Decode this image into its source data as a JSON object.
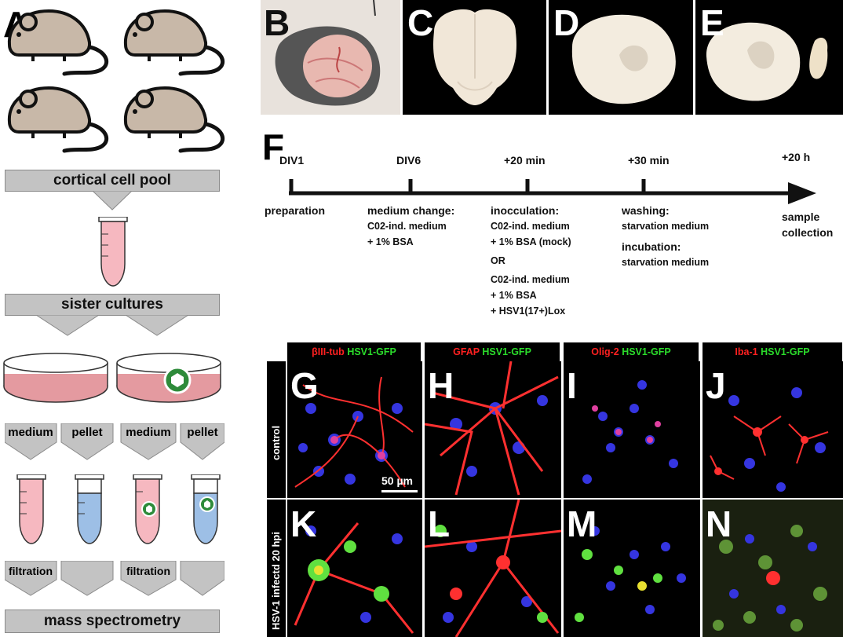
{
  "panels": {
    "A": "A",
    "B": "B",
    "C": "C",
    "D": "D",
    "E": "E",
    "F": "F",
    "G": "G",
    "H": "H",
    "I": "I",
    "J": "J",
    "K": "K",
    "L": "L",
    "M": "M",
    "N": "N"
  },
  "workflow": {
    "pool": "cortical cell pool",
    "sister": "sister cultures",
    "split": [
      "medium",
      "pellet",
      "medium",
      "pellet"
    ],
    "filtration": [
      "filtration",
      "filtration"
    ],
    "ms": "mass spectrometry"
  },
  "timeline": {
    "points": [
      {
        "time": "DIV1",
        "title": "preparation",
        "notes": []
      },
      {
        "time": "DIV6",
        "title": "medium change:",
        "notes": [
          "C02-ind. medium",
          "+ 1% BSA"
        ]
      },
      {
        "time": "+20 min",
        "title": "inocculation:",
        "notes": [
          "C02-ind. medium",
          "+ 1% BSA (mock)",
          "OR",
          "C02-ind. medium",
          "+ 1% BSA",
          "+ HSV1(17+)Lox"
        ]
      },
      {
        "time": "+30 min",
        "title": "washing:",
        "notes": [
          "starvation medium"
        ],
        "title2": "incubation:",
        "notes2": [
          "starvation medium"
        ]
      },
      {
        "time": "+20 h",
        "title": "sample",
        "title_line2": "collection"
      }
    ]
  },
  "stains": {
    "G": {
      "red": "βIII-tub",
      "green": "HSV1-GFP"
    },
    "H": {
      "red": "GFAP",
      "green": "HSV1-GFP"
    },
    "I": {
      "red": "Olig-2",
      "green": "HSV1-GFP"
    },
    "J": {
      "red": "Iba-1",
      "green": "HSV1-GFP"
    }
  },
  "rows": {
    "control": "control",
    "infected": "HSV-1 infectd 20 hpi"
  },
  "scalebar": "50 µm",
  "colors": {
    "mouse": "#c8b8a8",
    "tube_pink": "#f6b8c0",
    "tube_blue": "#9dbfe6",
    "dish_pink": "#e49aa0",
    "virus": "#2e8b3a",
    "stain_red": "#ff2020",
    "stain_green": "#2bdc2b"
  }
}
